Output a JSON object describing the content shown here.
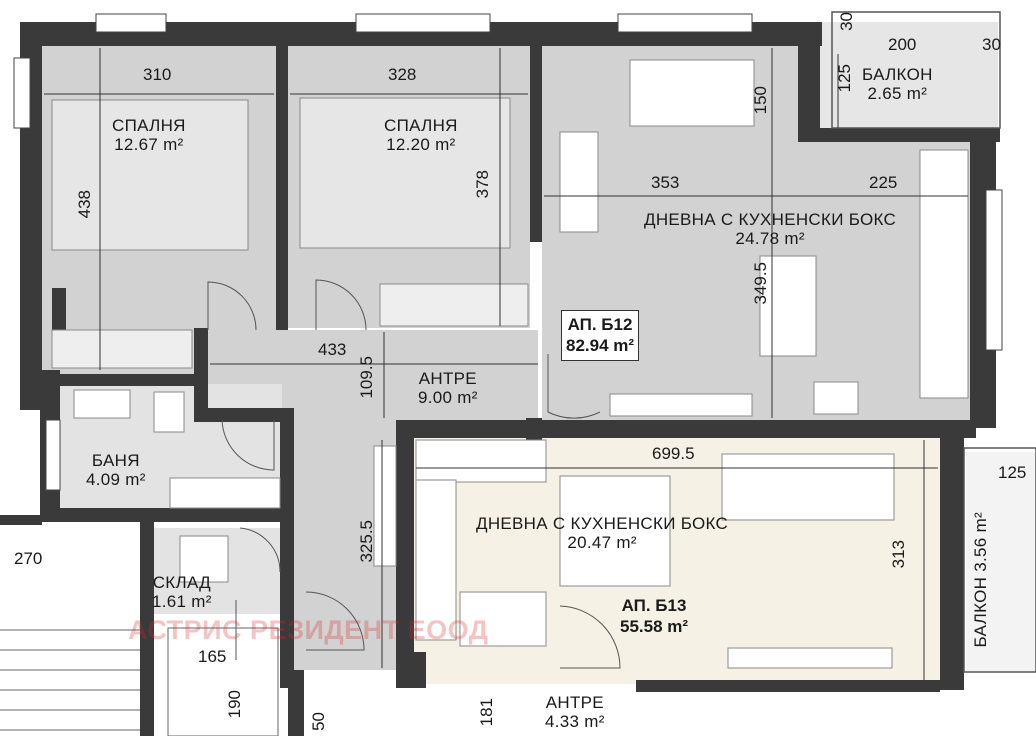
{
  "colors": {
    "wall": "#3a3a3a",
    "room_fill_b12": "#d2d2d2",
    "room_fill_b13": "#f5f1e4",
    "watermark": "#d72828"
  },
  "rooms": {
    "bedroom1": {
      "name": "СПАЛНЯ",
      "area": "12.67 m²"
    },
    "bedroom2": {
      "name": "СПАЛНЯ",
      "area": "12.20 m²"
    },
    "balcony_top": {
      "name": "БАЛКОН",
      "area": "2.65 m²"
    },
    "living_b12": {
      "name": "ДНЕВНА С КУХНЕНСКИ БОКС",
      "area": "24.78 m²"
    },
    "hall_b12": {
      "name": "АНТРЕ",
      "area": "9.00 m²"
    },
    "bath": {
      "name": "БАНЯ",
      "area": "4.09 m²"
    },
    "storage": {
      "name": "СКЛАД",
      "area": "1.61 m²"
    },
    "living_b13": {
      "name": "ДНЕВНА С КУХНЕНСКИ БОКС",
      "area": "20.47 m²"
    },
    "balcony_right": {
      "name": "БАЛКОН",
      "area": "3.56 m²"
    },
    "hall_b13": {
      "name": "АНТРЕ",
      "area": "4.33 m²"
    }
  },
  "apartments": {
    "b12": {
      "name": "АП. Б12",
      "area": "82.94 m²"
    },
    "b13": {
      "name": "АП. Б13",
      "area": "55.58 m²"
    }
  },
  "dimensions": {
    "d310": "310",
    "d328": "328",
    "d438": "438",
    "d378": "378",
    "d200": "200",
    "d30a": "30",
    "d30b": "30",
    "d125a": "125",
    "d150": "150",
    "d353": "353",
    "d225": "225",
    "d349_5": "349.5",
    "d433": "433",
    "d109_5": "109.5",
    "d699_5": "699.5",
    "d125b": "125",
    "d313": "313",
    "d270": "270",
    "d325_5": "325.5",
    "d165": "165",
    "d190": "190",
    "d181": "181",
    "d50": "50"
  },
  "watermark": "АСТРИС РЕЗИДЕНТ ЕООД"
}
